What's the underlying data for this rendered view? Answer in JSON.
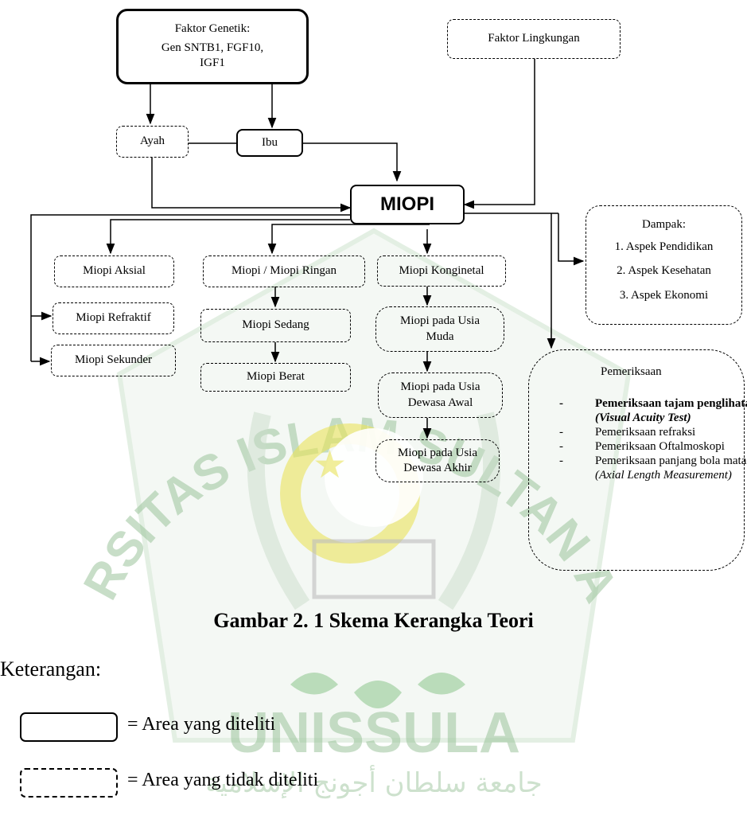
{
  "nodes": {
    "genetik": {
      "title": "Faktor Genetik:",
      "line2": "Gen SNTB1, FGF10,",
      "line3": "IGF1"
    },
    "lingkungan": "Faktor Lingkungan",
    "ayah": "Ayah",
    "ibu": "Ibu",
    "miopi": "MIOPI",
    "dampak": {
      "title": "Dampak:",
      "items": [
        "1. Aspek Pendidikan",
        "2. Aspek Kesehatan",
        "3. Aspek Ekonomi"
      ]
    },
    "aksial": "Miopi Aksial",
    "refraktif": "Miopi Refraktif",
    "sekunder": "Miopi Sekunder",
    "ringan": "Miopi / Miopi Ringan",
    "sedang": "Miopi Sedang",
    "berat": "Miopi Berat",
    "konginetal": "Miopi Konginetal",
    "usia_muda": {
      "line1": "Miopi pada Usia",
      "line2": "Muda"
    },
    "dewasa_awal": {
      "line1": "Miopi pada Usia",
      "line2": "Dewasa Awal"
    },
    "dewasa_akhir": {
      "line1": "Miopi pada Usia",
      "line2": "Dewasa Akhir"
    },
    "pemeriksaan": {
      "title": "Pemeriksaan",
      "items": [
        {
          "text": "Pemeriksaan tajam penglihatan",
          "italic": "(Visual Acuity Test)"
        },
        {
          "text": "Pemeriksaan refraksi",
          "italic": ""
        },
        {
          "text": "Pemeriksaan Oftalmoskopi",
          "italic": ""
        },
        {
          "text": "Pemeriksaan panjang bola mata",
          "italic": "(Axial Length Measurement)"
        }
      ]
    }
  },
  "caption": "Gambar 2. 1 Skema Kerangka Teori",
  "legend": {
    "title": "Keterangan:",
    "solid_label": "= Area yang diteliti",
    "dashed_label": "= Area yang tidak diteliti"
  },
  "watermark": {
    "arc_text": "UNIVERSITAS ISLAM SULTAN AGUNG",
    "name": "UNISSULA",
    "arabic": "جامعة سلطان أجونج الإسلامية",
    "color": "#9cc49c",
    "accent": "#f2e400"
  }
}
